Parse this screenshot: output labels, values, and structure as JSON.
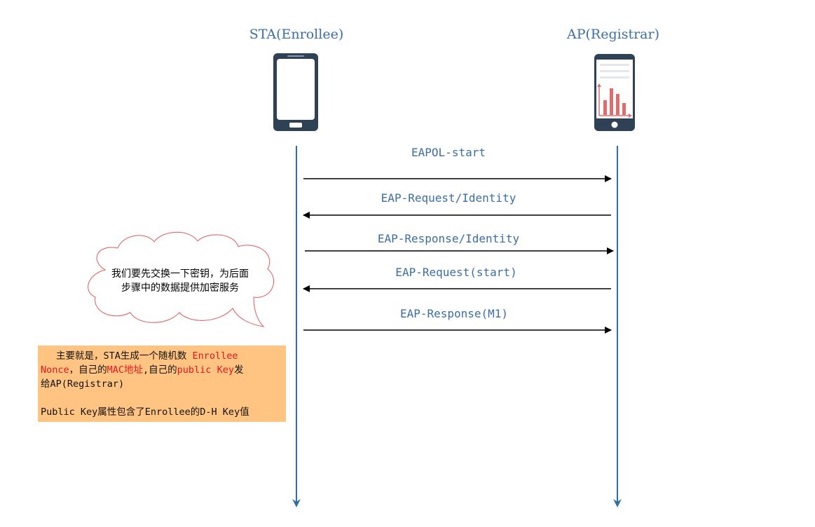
{
  "actors": {
    "sta": {
      "label": "STA(Enrollee)"
    },
    "ap": {
      "label": "AP(Registrar)"
    }
  },
  "messages": [
    {
      "label": "EAPOL-start",
      "direction": "right"
    },
    {
      "label": "EAP-Request/Identity",
      "direction": "left"
    },
    {
      "label": "EAP-Response/Identity",
      "direction": "right"
    },
    {
      "label": "EAP-Request(start)",
      "direction": "left"
    },
    {
      "label": "EAP-Response(M1)",
      "direction": "right"
    }
  ],
  "cloud": {
    "line1": "我们要先交换一下密钥，为后面",
    "line2": "步骤中的数据提供加密服务"
  },
  "note": {
    "p1_a": "主要就是，STA生成一个随机数 ",
    "p1_b": "Enrollee",
    "p1_c": "Nonce",
    "p1_d": "，自己的",
    "p1_e": "MAC地址",
    "p1_f": ",自己的",
    "p1_g": "public Key",
    "p1_h": "发",
    "p1_i": "给AP(Registrar)",
    "p2": "Public Key属性包含了Enrollee的D-H Key值"
  },
  "colors": {
    "lifeline": "#2e6fa7",
    "text_blue": "#3a6ea5",
    "arrow": "#000000",
    "cloud_stroke": "#e05a5a",
    "note_bg": "#ffc482",
    "highlight": "#e8141c",
    "device_body": "#2f4155",
    "chart_bar": "#e06c6c"
  },
  "icons": {
    "sta_device": "smartphone-icon",
    "ap_device": "chart-phone-icon"
  }
}
